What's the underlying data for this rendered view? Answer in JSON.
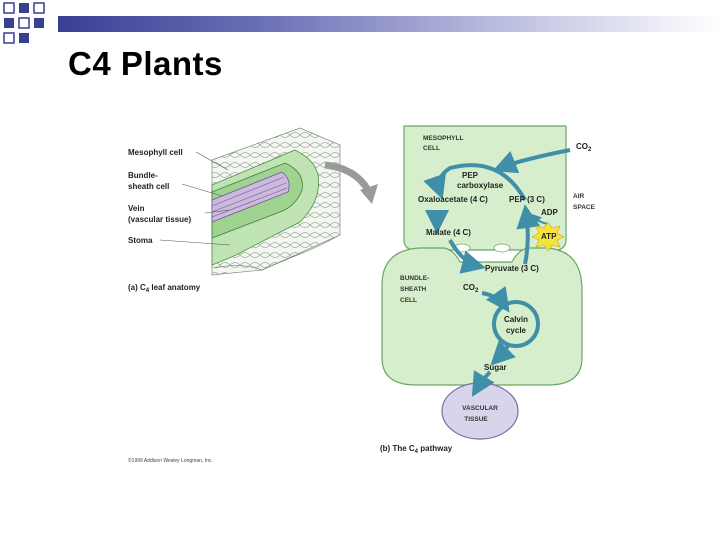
{
  "slide": {
    "title": "C4 Plants"
  },
  "colors": {
    "title_bar_dark": "#3a3f94",
    "cell_green": "#d6eecb",
    "cell_outline": "#6aa766",
    "vascular_purple": "#d8d4ec",
    "arrow_blue": "#3f8fa8",
    "atp_yellow": "#f6e23c"
  },
  "leaf_anatomy": {
    "labels": {
      "mesophyll": "Mesophyll cell",
      "bundle_sheath_1": "Bundle-",
      "bundle_sheath_2": "sheath cell",
      "vein_1": "Vein",
      "vein_2": "(vascular tissue)",
      "stoma": "Stoma"
    },
    "caption_prefix": "(a) C",
    "caption_sub": "4",
    "caption_suffix": " leaf anatomy"
  },
  "pathway": {
    "mesophyll_1": "MESOPHYLL",
    "mesophyll_2": "CELL",
    "co2_in": "CO",
    "co2_in_sub": "2",
    "pep_carboxylase_1": "PEP",
    "pep_carboxylase_2": "carboxylase",
    "oxaloacetate": "Oxaloacetate (4 C)",
    "pep": "PEP (3 C)",
    "air_space_1": "AIR",
    "air_space_2": "SPACE",
    "adp": "ADP",
    "atp": "ATP",
    "malate": "Malate (4 C)",
    "pyruvate": "Pyruvate (3 C)",
    "bundle_sheath_1": "BUNDLE-",
    "bundle_sheath_2": "SHEATH",
    "bundle_sheath_3": "CELL",
    "co2_released": "CO",
    "co2_released_sub": "2",
    "calvin_1": "Calvin",
    "calvin_2": "cycle",
    "sugar": "Sugar",
    "vascular_1": "VASCULAR",
    "vascular_2": "TISSUE",
    "caption_prefix": "(b) The C",
    "caption_sub": "4",
    "caption_suffix": " pathway"
  },
  "copyright": "©1999 Addison Wesley Longman, Inc."
}
